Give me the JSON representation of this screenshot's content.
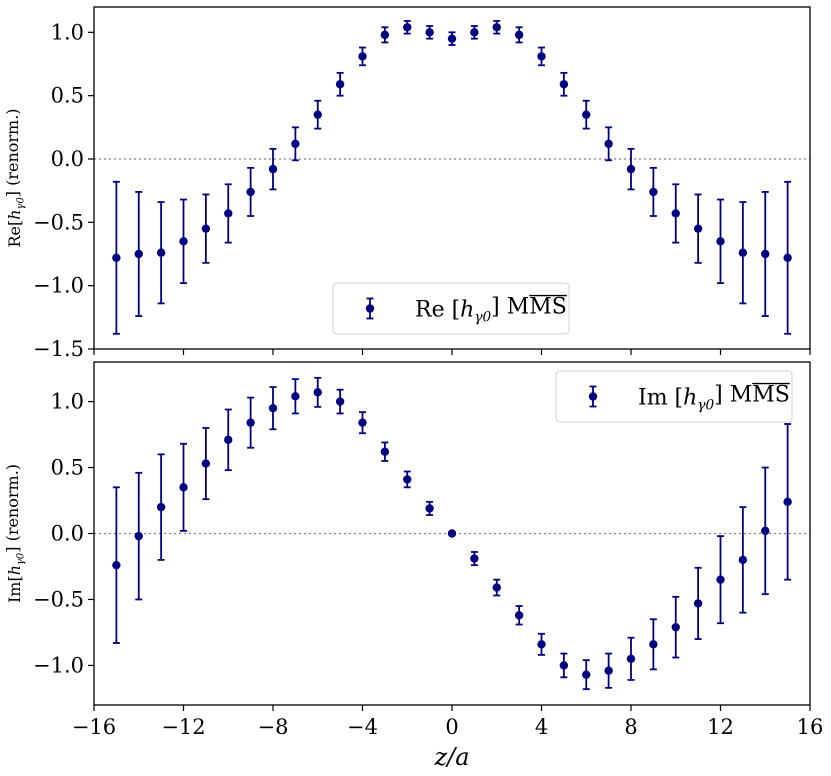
{
  "colors": {
    "series": "#000080",
    "zero_line": "#808080"
  },
  "chart_data": [
    {
      "type": "scatter",
      "ylabel": "Re[h_γ0] (renorm.)",
      "ylabel_parts": {
        "pre": "Re[",
        "var": "h",
        "sub": "γ0",
        "post": "] (renorm.)"
      },
      "xlim": [
        -16,
        16
      ],
      "ylim": [
        -1.5,
        1.2
      ],
      "yticks": [
        1.0,
        0.5,
        0.0,
        -0.5,
        -1.0,
        -1.5
      ],
      "ytick_labels": [
        "1.0",
        "0.5",
        "0.0",
        "−0.5",
        "−1.0",
        "−1.5"
      ],
      "zero_line": true,
      "legend": {
        "position": "bottom-center",
        "label_parts": {
          "pre": "Re [",
          "var": "h",
          "sub": "γ0",
          "post": "] M",
          "over": "MS"
        }
      },
      "series": [
        {
          "name": "Re [h_γ0] MMS",
          "x": [
            -15,
            -14,
            -13,
            -12,
            -11,
            -10,
            -9,
            -8,
            -7,
            -6,
            -5,
            -4,
            -3,
            -2,
            -1,
            0,
            1,
            2,
            3,
            4,
            5,
            6,
            7,
            8,
            9,
            10,
            11,
            12,
            13,
            14,
            15
          ],
          "y": [
            -0.78,
            -0.75,
            -0.74,
            -0.65,
            -0.55,
            -0.43,
            -0.26,
            -0.08,
            0.12,
            0.35,
            0.59,
            0.81,
            0.98,
            1.04,
            1.0,
            0.95,
            1.0,
            1.04,
            0.98,
            0.81,
            0.59,
            0.35,
            0.12,
            -0.08,
            -0.26,
            -0.43,
            -0.55,
            -0.65,
            -0.74,
            -0.75,
            -0.78
          ],
          "err": [
            0.6,
            0.49,
            0.4,
            0.33,
            0.27,
            0.23,
            0.19,
            0.16,
            0.13,
            0.11,
            0.09,
            0.07,
            0.06,
            0.05,
            0.05,
            0.05,
            0.05,
            0.05,
            0.06,
            0.07,
            0.09,
            0.11,
            0.13,
            0.16,
            0.19,
            0.23,
            0.27,
            0.33,
            0.4,
            0.49,
            0.6
          ]
        }
      ]
    },
    {
      "type": "scatter",
      "ylabel": "Im[h_γ0] (renorm.)",
      "ylabel_parts": {
        "pre": "Im[",
        "var": "h",
        "sub": "γ0",
        "post": "] (renorm.)"
      },
      "xlim": [
        -16,
        16
      ],
      "ylim": [
        -1.3,
        1.3
      ],
      "yticks": [
        1.0,
        0.5,
        0.0,
        -0.5,
        -1.0
      ],
      "ytick_labels": [
        "1.0",
        "0.5",
        "0.0",
        "−0.5",
        "−1.0"
      ],
      "zero_line": true,
      "xlabel": "z/a",
      "xticks": [
        -16,
        -12,
        -8,
        -4,
        0,
        4,
        8,
        12,
        16
      ],
      "xtick_labels": [
        "−16",
        "−12",
        "−8",
        "−4",
        "0",
        "4",
        "8",
        "12",
        "16"
      ],
      "legend": {
        "position": "top-right",
        "label_parts": {
          "pre": "Im [",
          "var": "h",
          "sub": "γ0",
          "post": "] M",
          "over": "MS"
        }
      },
      "series": [
        {
          "name": "Im [h_γ0] MMS",
          "x": [
            -15,
            -14,
            -13,
            -12,
            -11,
            -10,
            -9,
            -8,
            -7,
            -6,
            -5,
            -4,
            -3,
            -2,
            -1,
            0,
            1,
            2,
            3,
            4,
            5,
            6,
            7,
            8,
            9,
            10,
            11,
            12,
            13,
            14,
            15
          ],
          "y": [
            -0.24,
            -0.02,
            0.2,
            0.35,
            0.53,
            0.71,
            0.84,
            0.95,
            1.04,
            1.07,
            1.0,
            0.84,
            0.62,
            0.41,
            0.19,
            0.0,
            -0.19,
            -0.41,
            -0.62,
            -0.84,
            -1.0,
            -1.07,
            -1.04,
            -0.95,
            -0.84,
            -0.71,
            -0.53,
            -0.35,
            -0.2,
            0.02,
            0.24
          ],
          "err": [
            0.59,
            0.48,
            0.4,
            0.33,
            0.27,
            0.23,
            0.19,
            0.16,
            0.13,
            0.11,
            0.09,
            0.08,
            0.07,
            0.06,
            0.05,
            0.0,
            0.05,
            0.06,
            0.07,
            0.08,
            0.09,
            0.11,
            0.13,
            0.16,
            0.19,
            0.23,
            0.27,
            0.33,
            0.4,
            0.48,
            0.59
          ]
        }
      ]
    }
  ]
}
